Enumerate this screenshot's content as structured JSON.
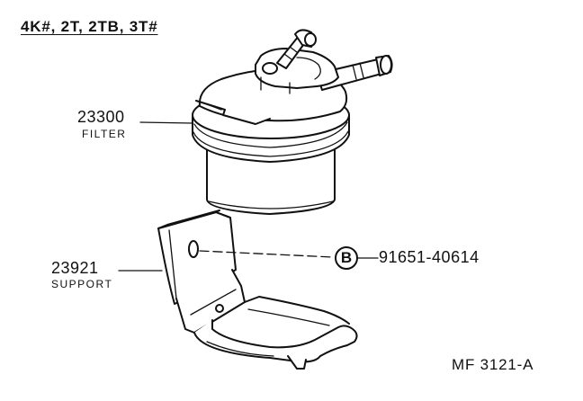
{
  "header": {
    "applicability": "4K#, 2T, 2TB, 3T#"
  },
  "parts": {
    "filter": {
      "number": "23300",
      "name": "FILTER"
    },
    "support": {
      "number": "23921",
      "name": "SUPPORT"
    },
    "bolt": {
      "ref_letter": "B",
      "number": "91651-40614"
    }
  },
  "footer": {
    "drawing_id": "MF 3121-A"
  }
}
